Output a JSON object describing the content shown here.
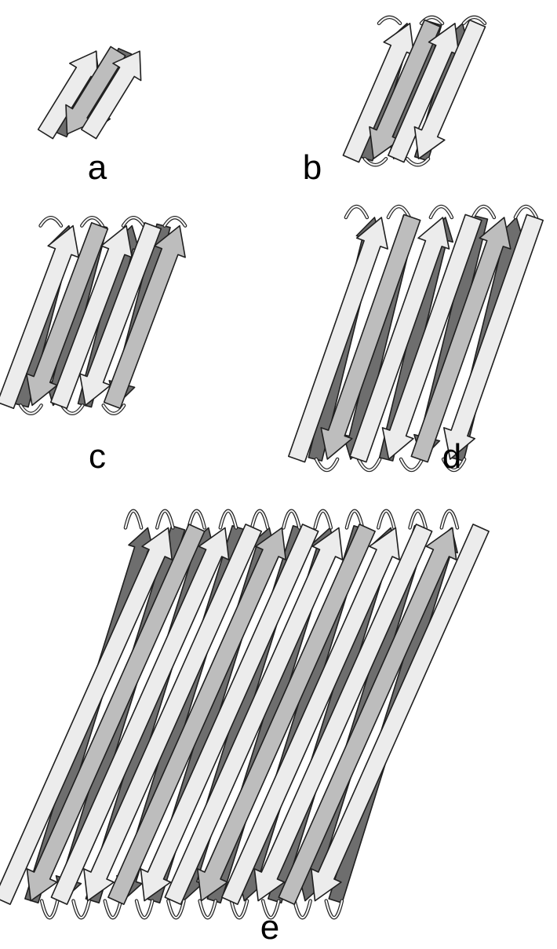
{
  "figure": {
    "panels": [
      {
        "id": "a",
        "label": "a",
        "strands": 4,
        "motif": "beta-barrel"
      },
      {
        "id": "b",
        "label": "b",
        "strands": 6,
        "motif": "beta-barrel"
      },
      {
        "id": "c",
        "label": "c",
        "strands": 8,
        "motif": "beta-barrel"
      },
      {
        "id": "d",
        "label": "d",
        "strands": 10,
        "motif": "beta-barrel"
      },
      {
        "id": "e",
        "label": "e",
        "strands": 22,
        "motif": "beta-barrel"
      }
    ],
    "colors": {
      "strand_light": "#ececec",
      "strand_mid": "#bdbdbd",
      "strand_dark": "#6e6e6e",
      "outline": "#1f1f1f",
      "loop": "#f2f2f2"
    }
  }
}
